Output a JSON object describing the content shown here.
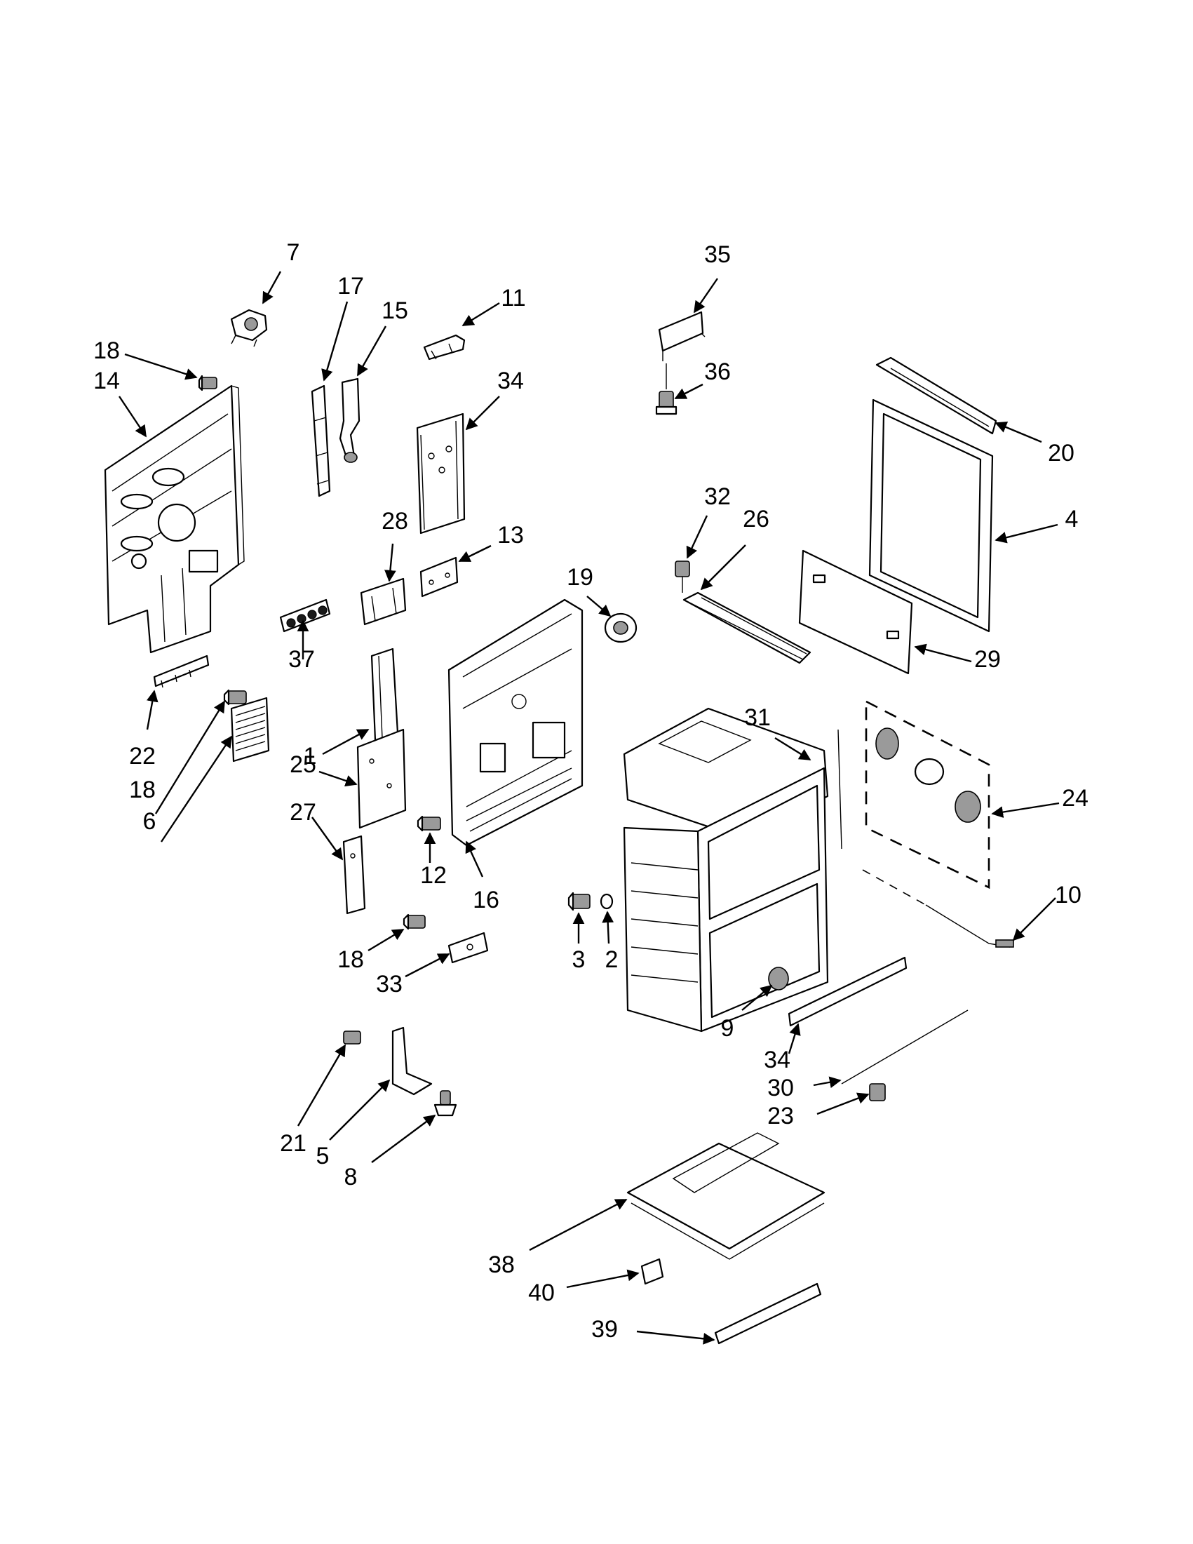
{
  "callouts": [
    {
      "id": "c7",
      "label": "7"
    },
    {
      "id": "c17",
      "label": "17"
    },
    {
      "id": "c15",
      "label": "15"
    },
    {
      "id": "c11",
      "label": "11"
    },
    {
      "id": "c35",
      "label": "35"
    },
    {
      "id": "c18a",
      "label": "18"
    },
    {
      "id": "c14",
      "label": "14"
    },
    {
      "id": "c36",
      "label": "36"
    },
    {
      "id": "c34a",
      "label": "34"
    },
    {
      "id": "c20",
      "label": "20"
    },
    {
      "id": "c32",
      "label": "32"
    },
    {
      "id": "c26",
      "label": "26"
    },
    {
      "id": "c4",
      "label": "4"
    },
    {
      "id": "c28",
      "label": "28"
    },
    {
      "id": "c13",
      "label": "13"
    },
    {
      "id": "c19",
      "label": "19"
    },
    {
      "id": "c29",
      "label": "29"
    },
    {
      "id": "c37",
      "label": "37"
    },
    {
      "id": "c1",
      "label": "1"
    },
    {
      "id": "c22",
      "label": "22"
    },
    {
      "id": "c18b",
      "label": "18"
    },
    {
      "id": "c31",
      "label": "31"
    },
    {
      "id": "c6",
      "label": "6"
    },
    {
      "id": "c25",
      "label": "25"
    },
    {
      "id": "c24",
      "label": "24"
    },
    {
      "id": "c27",
      "label": "27"
    },
    {
      "id": "c12",
      "label": "12"
    },
    {
      "id": "c16",
      "label": "16"
    },
    {
      "id": "c10",
      "label": "10"
    },
    {
      "id": "c3",
      "label": "3"
    },
    {
      "id": "c2",
      "label": "2"
    },
    {
      "id": "c18c",
      "label": "18"
    },
    {
      "id": "c33",
      "label": "33"
    },
    {
      "id": "c9",
      "label": "9"
    },
    {
      "id": "c34b",
      "label": "34"
    },
    {
      "id": "c30",
      "label": "30"
    },
    {
      "id": "c23",
      "label": "23"
    },
    {
      "id": "c21",
      "label": "21"
    },
    {
      "id": "c5",
      "label": "5"
    },
    {
      "id": "c8",
      "label": "8"
    },
    {
      "id": "c38",
      "label": "38"
    },
    {
      "id": "c40",
      "label": "40"
    },
    {
      "id": "c39",
      "label": "39"
    }
  ]
}
